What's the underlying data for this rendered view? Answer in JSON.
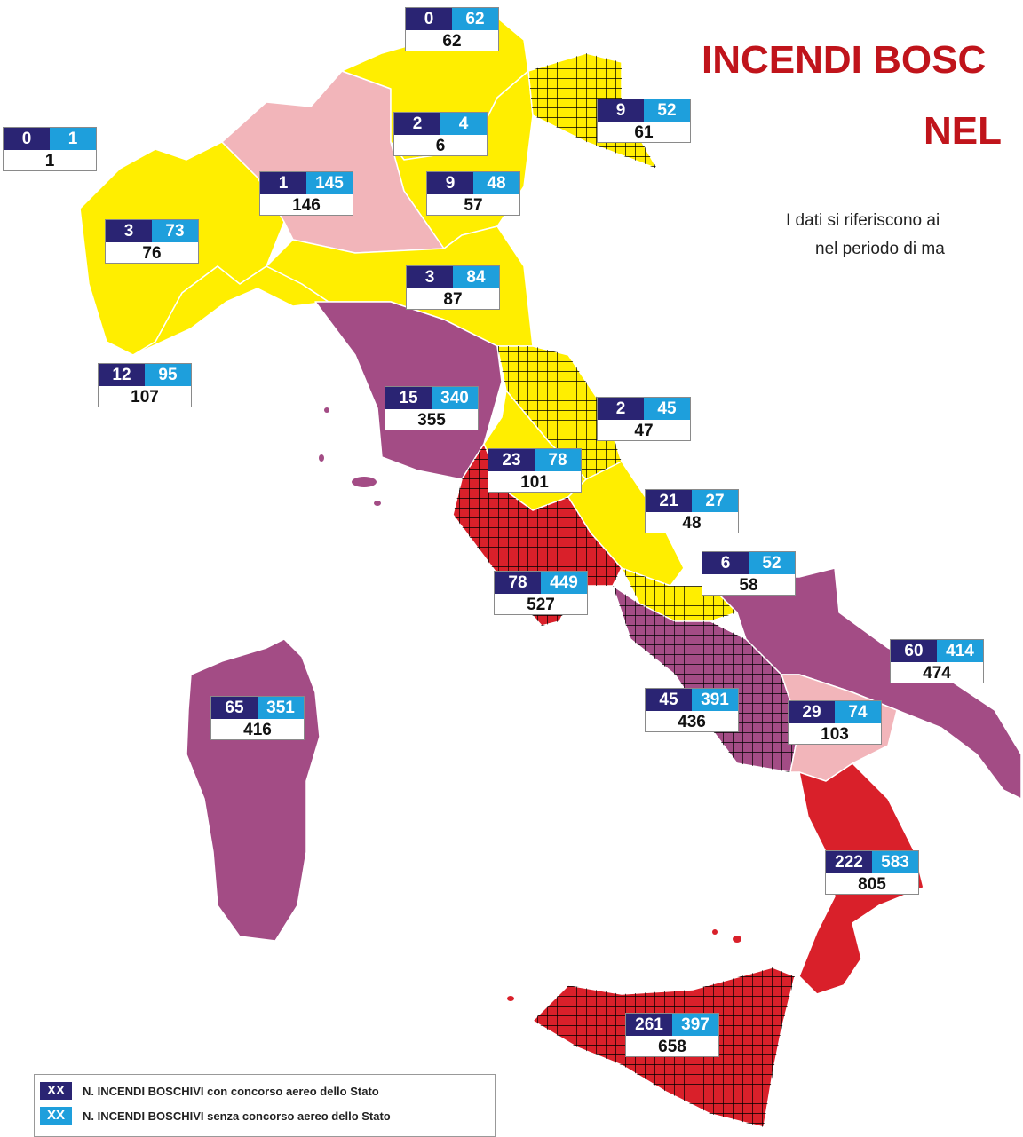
{
  "title": {
    "line1": "INCENDI BOSC",
    "line2": "NEL"
  },
  "subtitle": {
    "line1": "I dati si riferiscono ai",
    "line2": "nel periodo di ma"
  },
  "colors": {
    "yellow": "#ffee00",
    "pink": "#f2b5ba",
    "purple": "#a34c85",
    "red": "#d9202a",
    "with_aerial": "#2a2473",
    "without_aerial": "#1e9fdc"
  },
  "regions": [
    {
      "key": "alto-adige",
      "with": "0",
      "without": "62",
      "total": "62"
    },
    {
      "key": "valle-aosta",
      "with": "0",
      "without": "1",
      "total": "1"
    },
    {
      "key": "trentino",
      "with": "2",
      "without": "4",
      "total": "6"
    },
    {
      "key": "friuli",
      "with": "9",
      "without": "52",
      "total": "61"
    },
    {
      "key": "lombardia",
      "with": "1",
      "without": "145",
      "total": "146"
    },
    {
      "key": "veneto",
      "with": "9",
      "without": "48",
      "total": "57"
    },
    {
      "key": "piemonte",
      "with": "3",
      "without": "73",
      "total": "76"
    },
    {
      "key": "emilia-romagna",
      "with": "3",
      "without": "84",
      "total": "87"
    },
    {
      "key": "liguria",
      "with": "12",
      "without": "95",
      "total": "107"
    },
    {
      "key": "toscana",
      "with": "15",
      "without": "340",
      "total": "355"
    },
    {
      "key": "marche",
      "with": "2",
      "without": "45",
      "total": "47"
    },
    {
      "key": "umbria",
      "with": "23",
      "without": "78",
      "total": "101"
    },
    {
      "key": "abruzzo",
      "with": "21",
      "without": "27",
      "total": "48"
    },
    {
      "key": "molise",
      "with": "6",
      "without": "52",
      "total": "58"
    },
    {
      "key": "lazio",
      "with": "78",
      "without": "449",
      "total": "527"
    },
    {
      "key": "puglia",
      "with": "60",
      "without": "414",
      "total": "474"
    },
    {
      "key": "campania",
      "with": "45",
      "without": "391",
      "total": "436"
    },
    {
      "key": "basilicata",
      "with": "29",
      "without": "74",
      "total": "103"
    },
    {
      "key": "sardegna",
      "with": "65",
      "without": "351",
      "total": "416"
    },
    {
      "key": "calabria",
      "with": "222",
      "without": "583",
      "total": "805"
    },
    {
      "key": "sicilia",
      "with": "261",
      "without": "397",
      "total": "658"
    }
  ],
  "legend": {
    "swatch_text": "XX",
    "with_aerial": "N. INCENDI BOSCHIVI con concorso aereo dello Stato",
    "without_aerial": "N. INCENDI BOSCHIVI senza concorso aereo dello Stato"
  }
}
